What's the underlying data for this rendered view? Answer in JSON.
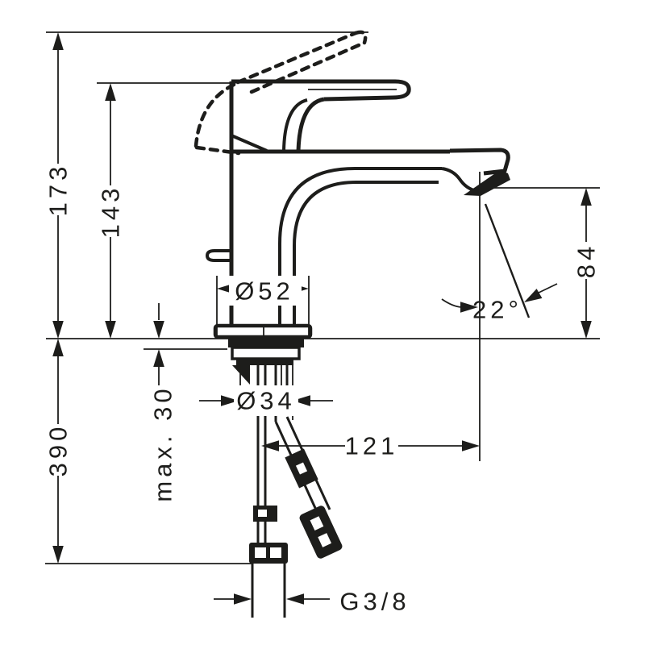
{
  "drawing": {
    "kind": "technical-dimension-drawing",
    "subject": "single-lever basin mixer faucet, side elevation with mounting shank and supply hoses"
  },
  "labels": {
    "total_height": "173",
    "handle_height": "143",
    "base_diameter": "Ø52",
    "shank_diameter": "Ø34",
    "max_mounting_thickness": "max. 30",
    "under_deck_length": "390",
    "spout_reach": "121",
    "outlet_height": "84",
    "stream_angle": "22°",
    "connection_thread": "G3/8"
  }
}
